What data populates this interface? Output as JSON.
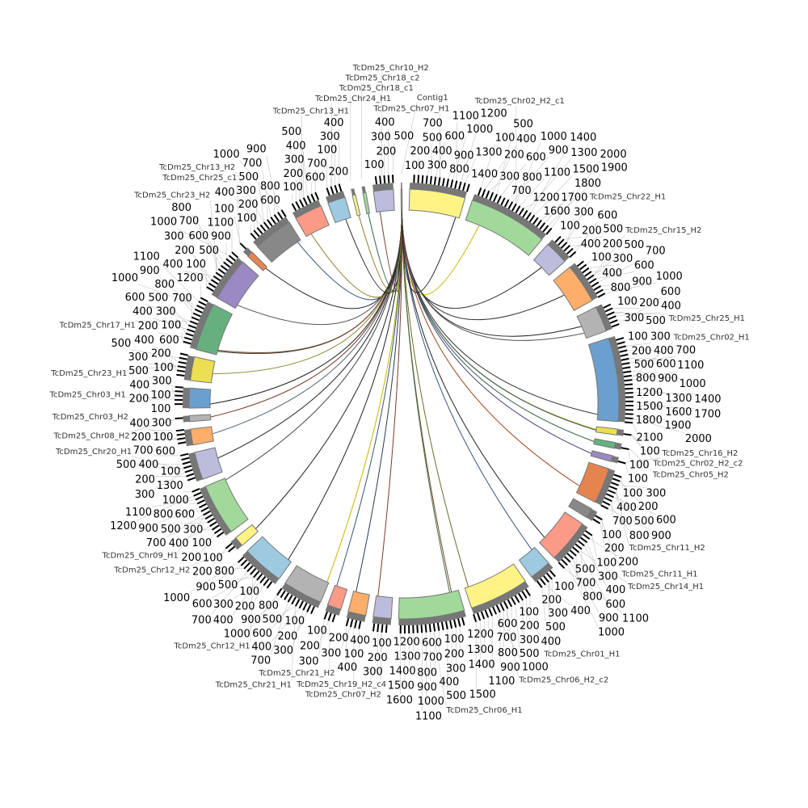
{
  "title": "Synteny circos plot",
  "tick_step": 100,
  "segments": [
    {
      "name": "TcDm25_Chr07_H1",
      "length": 1400,
      "color": "#fff385"
    },
    {
      "name": "TcDm25_Chr02_H2_c1",
      "length": 2000,
      "color": "#a1d99b"
    },
    {
      "name": "TcDm25_Chr22_H1",
      "length": 600,
      "color": "#bcbddc"
    },
    {
      "name": "TcDm25_Chr15_H2",
      "length": 1000,
      "color": "#fdae6b"
    },
    {
      "name": "TcDm25_Chr25_H1",
      "length": 650,
      "color": "#b3b3b3"
    },
    {
      "name": "TcDm25_Chr02_H1",
      "length": 2100,
      "color": "#6a9fcf"
    },
    {
      "name": "TcDm25_Chr02_H2_c2",
      "length": 150,
      "color": "#ebdf52"
    },
    {
      "name": "TcDm25_Chr05_H2",
      "length": 150,
      "color": "#66b07f"
    },
    {
      "name": "TcDm25_Chr16_H2",
      "length": 150,
      "color": "#9a89c2"
    },
    {
      "name": "TcDm25_Chr11_H2",
      "length": 900,
      "color": "#e6844f"
    },
    {
      "name": "TcDm25_Chr11_H1",
      "length": 250,
      "color": "#888888"
    },
    {
      "name": "TcDm25_Chr14_H1",
      "length": 1100,
      "color": "#fb9a86"
    },
    {
      "name": "TcDm25_Chr01_H1",
      "length": 550,
      "color": "#9ecae1"
    },
    {
      "name": "TcDm25_Chr06_H2_c2",
      "length": 1500,
      "color": "#fff385"
    },
    {
      "name": "TcDm25_Chr06_H1",
      "length": 1650,
      "color": "#a1d99b"
    },
    {
      "name": "TcDm25_Chr19_H2_c4",
      "length": 450,
      "color": "#bcbddc"
    },
    {
      "name": "TcDm25_Chr07_H2",
      "length": 450,
      "color": "#fdae6b"
    },
    {
      "name": "TcDm25_Chr21_H2",
      "length": 350,
      "color": "#fb9a86"
    },
    {
      "name": "TcDm25_Chr21_H1",
      "length": 1000,
      "color": "#b3b3b3"
    },
    {
      "name": "TcDm25_Chr12_H1",
      "length": 1050,
      "color": "#9ecae1"
    },
    {
      "name": "TcDm25_Chr12_H2",
      "length": 250,
      "color": "#fff385"
    },
    {
      "name": "TcDm25_Chr09_H1",
      "length": 1300,
      "color": "#a1d99b"
    },
    {
      "name": "TcDm25_Chr20_H1",
      "length": 700,
      "color": "#bcbddc"
    },
    {
      "name": "TcDm25_Chr03_H2",
      "length": 400,
      "color": "#fdae6b"
    },
    {
      "name": "TcDm25_Chr08_H2",
      "length": 150,
      "color": "#b3b3b3"
    },
    {
      "name": "TcDm25_Chr03_H1",
      "length": 500,
      "color": "#6a9fcf"
    },
    {
      "name": "TcDm25_Chr23_H1",
      "length": 600,
      "color": "#ebdf52"
    },
    {
      "name": "TcDm25_Chr17_H1",
      "length": 1200,
      "color": "#66b07f"
    },
    {
      "name": "TcDm25_Chr23_H2",
      "length": 1100,
      "color": "#9a89c2"
    },
    {
      "name": "TcDm25_Chr25_c1",
      "length": 150,
      "color": "#e6844f"
    },
    {
      "name": "TcDm25_Chr13_H2",
      "length": 1000,
      "color": "#888888"
    },
    {
      "name": "TcDm25_Chr13_H1",
      "length": 700,
      "color": "#fb9a86"
    },
    {
      "name": "TcDm25_Chr24_H1",
      "length": 450,
      "color": "#9ecae1"
    },
    {
      "name": "TcDm25_Chr18_c1",
      "length": 80,
      "color": "#fff385"
    },
    {
      "name": "TcDm25_Chr18_c2",
      "length": 80,
      "color": "#a1d99b"
    },
    {
      "name": "TcDm25_Chr10_H2",
      "length": 500,
      "color": "#bcbddc"
    },
    {
      "name": "Contig1",
      "length": 30,
      "color": "#b3b3b3"
    }
  ],
  "links": [
    {
      "from": "Contig1",
      "to": "TcDm25_Chr02_H2_c1",
      "pos": 400,
      "color": "#c8b400"
    },
    {
      "from": "Contig1",
      "to": "TcDm25_Chr22_H1",
      "pos": 300,
      "color": "#222222"
    },
    {
      "from": "Contig1",
      "to": "TcDm25_Chr15_H2",
      "pos": 500,
      "color": "#333333"
    },
    {
      "from": "Contig1",
      "to": "TcDm25_Chr25_H1",
      "pos": 300,
      "color": "#222222"
    },
    {
      "from": "Contig1",
      "to": "TcDm25_Chr25_H1",
      "pos": 500,
      "color": "#555555"
    },
    {
      "from": "Contig1",
      "to": "TcDm25_Chr02_H1",
      "pos": 1950,
      "color": "#333333"
    },
    {
      "from": "Contig1",
      "to": "TcDm25_Chr02_H2_c2",
      "pos": 80,
      "color": "#c8b400"
    },
    {
      "from": "Contig1",
      "to": "TcDm25_Chr02_H2_c2",
      "pos": 100,
      "color": "#335577"
    },
    {
      "from": "Contig1",
      "to": "TcDm25_Chr05_H2",
      "pos": 80,
      "color": "#2f5f3f"
    },
    {
      "from": "Contig1",
      "to": "TcDm25_Chr16_H2",
      "pos": 80,
      "color": "#4a3f7a"
    },
    {
      "from": "Contig1",
      "to": "TcDm25_Chr11_H2",
      "pos": 700,
      "color": "#a0441a"
    },
    {
      "from": "Contig1",
      "to": "TcDm25_Chr14_H1",
      "pos": 900,
      "color": "#222222"
    },
    {
      "from": "Contig1",
      "to": "TcDm25_Chr01_H1",
      "pos": 100,
      "color": "#335577"
    },
    {
      "from": "Contig1",
      "to": "TcDm25_Chr06_H2_c2",
      "pos": 1400,
      "color": "#6b6b2a"
    },
    {
      "from": "Contig1",
      "to": "TcDm25_Chr06_H1",
      "pos": 200,
      "color": "#7a4a2a"
    },
    {
      "from": "Contig1",
      "to": "TcDm25_Chr06_H1",
      "pos": 250,
      "color": "#3f6f3f"
    },
    {
      "from": "Contig1",
      "to": "TcDm25_Chr19_H2_c4",
      "pos": 400,
      "color": "#7a3a2a"
    },
    {
      "from": "Contig1",
      "to": "TcDm25_Chr07_H2",
      "pos": 380,
      "color": "#2a3a4a"
    },
    {
      "from": "Contig1",
      "to": "TcDm25_Chr21_H2",
      "pos": 300,
      "color": "#335577"
    },
    {
      "from": "Contig1",
      "to": "TcDm25_Chr21_H1",
      "pos": 50,
      "color": "#c8b400"
    },
    {
      "from": "Contig1",
      "to": "TcDm25_Chr12_H1",
      "pos": 100,
      "color": "#222222"
    },
    {
      "from": "Contig1",
      "to": "TcDm25_Chr12_H2",
      "pos": 100,
      "color": "#222222"
    },
    {
      "from": "Contig1",
      "to": "TcDm25_Chr09_H1",
      "pos": 1250,
      "color": "#444444"
    },
    {
      "from": "Contig1",
      "to": "TcDm25_Chr20_H1",
      "pos": 400,
      "color": "#222222"
    },
    {
      "from": "Contig1",
      "to": "TcDm25_Chr03_H2",
      "pos": 200,
      "color": "#556677"
    },
    {
      "from": "Contig1",
      "to": "TcDm25_Chr08_H2",
      "pos": 80,
      "color": "#7a3a2a"
    },
    {
      "from": "Contig1",
      "to": "TcDm25_Chr03_H1",
      "pos": 100,
      "color": "#222222"
    },
    {
      "from": "Contig1",
      "to": "TcDm25_Chr23_H1",
      "pos": 250,
      "color": "#8a8a3a"
    },
    {
      "from": "Contig1",
      "to": "TcDm25_Chr17_H1",
      "pos": 100,
      "color": "#333333"
    },
    {
      "from": "Contig1",
      "to": "TcDm25_Chr17_H1",
      "pos": 130,
      "color": "#7a4a2a"
    },
    {
      "from": "Contig1",
      "to": "TcDm25_Chr23_H2",
      "pos": 100,
      "color": "#555555"
    },
    {
      "from": "Contig1",
      "to": "TcDm25_Chr25_c1",
      "pos": 100,
      "color": "#222222"
    },
    {
      "from": "Contig1",
      "to": "TcDm25_Chr13_H2",
      "pos": 900,
      "color": "#335577"
    },
    {
      "from": "Contig1",
      "to": "TcDm25_Chr13_H1",
      "pos": 150,
      "color": "#8a7a20"
    },
    {
      "from": "Contig1",
      "to": "TcDm25_Chr24_H1",
      "pos": 300,
      "color": "#222222"
    },
    {
      "from": "Contig1",
      "to": "TcDm25_Chr18_c1",
      "pos": 40,
      "color": "#8a7a20"
    },
    {
      "from": "Contig1",
      "to": "TcDm25_Chr18_c2",
      "pos": 40,
      "color": "#2f5f3f"
    },
    {
      "from": "Contig1",
      "to": "TcDm25_Chr10_H2",
      "pos": 100,
      "color": "#7a3a2a"
    },
    {
      "from": "Contig1",
      "to": "TcDm25_Chr07_H1",
      "pos": 1300,
      "color": "#222222"
    }
  ]
}
